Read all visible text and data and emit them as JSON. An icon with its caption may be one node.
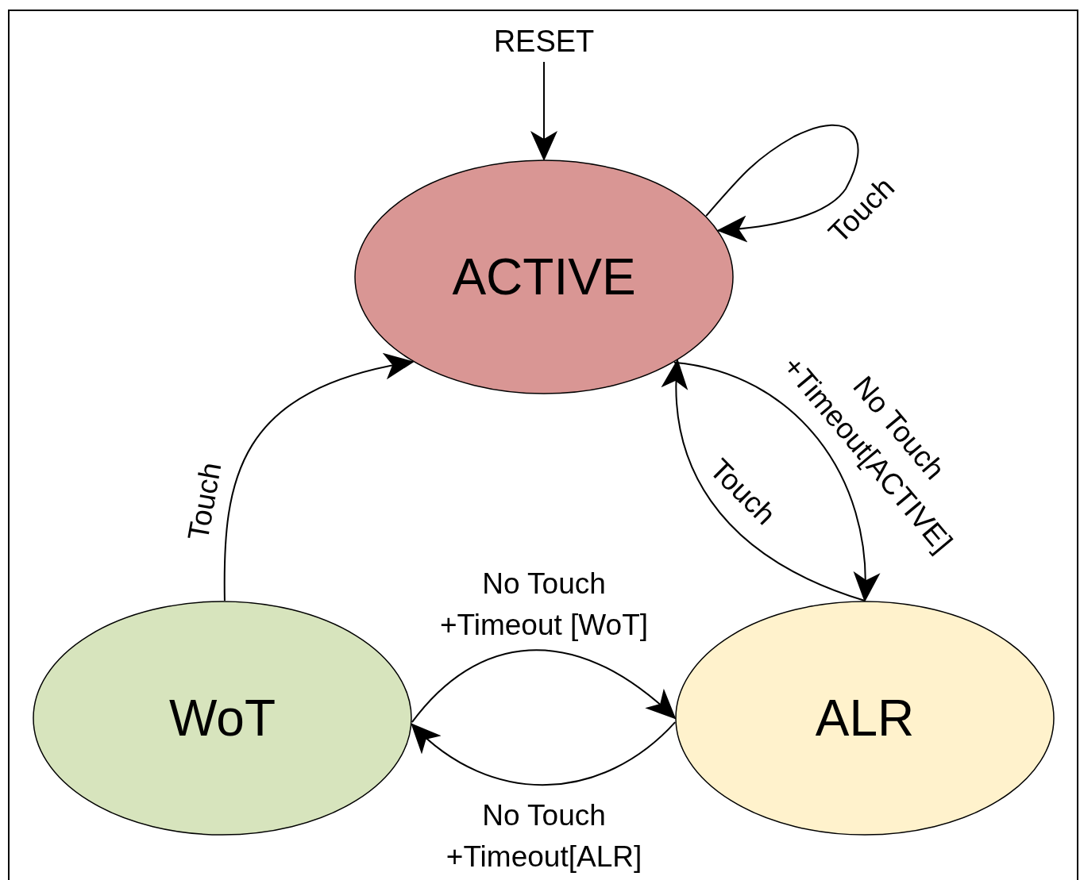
{
  "diagram": {
    "nodes": [
      {
        "text": [
          "RESET"
        ]
      },
      {
        "text": [
          "ACTIVE"
        ]
      },
      {
        "text": [
          "WoT"
        ]
      },
      {
        "text": [
          "ALR"
        ]
      }
    ],
    "edges": [
      {
        "from": 0,
        "to": 1,
        "arrow": "to"
      },
      {
        "from": 1,
        "to": 1,
        "arrow": "to",
        "label": "Touch"
      },
      {
        "from": 1,
        "to": 3,
        "arrow": "to",
        "label": "No Touch +Timeout[ACTIVE]"
      },
      {
        "from": 3,
        "to": 1,
        "arrow": "to",
        "label": "Touch"
      },
      {
        "from": 2,
        "to": 1,
        "arrow": "to",
        "label": "Touch"
      },
      {
        "from": 2,
        "to": 3,
        "arrow": "to",
        "label": "No Touch +Timeout [WoT]"
      },
      {
        "from": 3,
        "to": 2,
        "arrow": "to",
        "label": "No Touch +Timeout[ALR]"
      }
    ]
  }
}
